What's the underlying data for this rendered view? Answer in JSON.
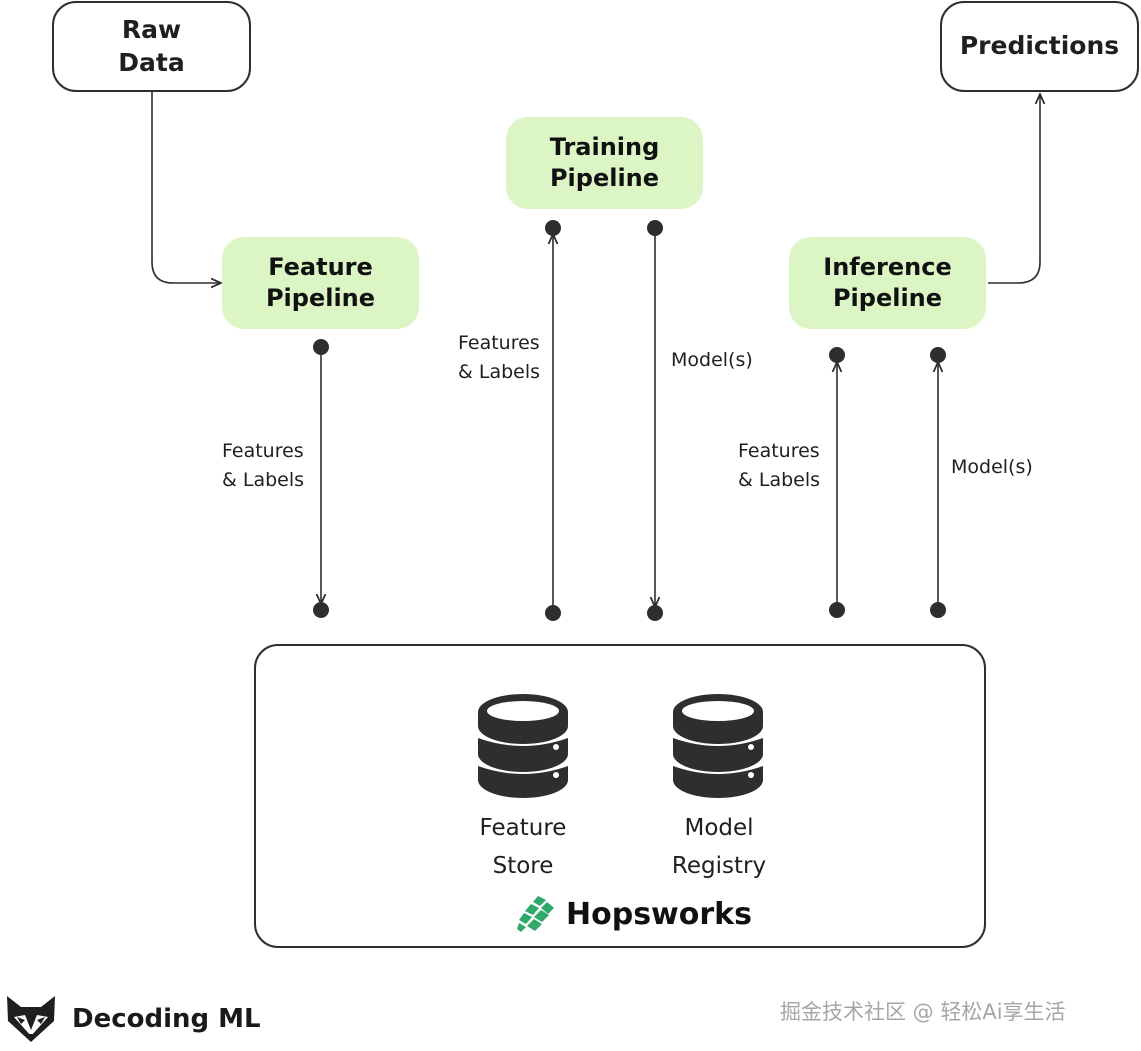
{
  "nodes": {
    "raw_data": [
      "Raw",
      "Data"
    ],
    "predictions": [
      "Predictions"
    ],
    "training_pipeline": [
      "Training",
      "Pipeline"
    ],
    "feature_pipeline": [
      "Feature",
      "Pipeline"
    ],
    "inference_pipeline": [
      "Inference",
      "Pipeline"
    ]
  },
  "edge_labels": {
    "feature_to_store": [
      "Features",
      "& Labels"
    ],
    "store_to_training": [
      "Features",
      "& Labels"
    ],
    "training_to_registry": [
      "Model(s)"
    ],
    "store_to_inference": [
      "Features",
      "& Labels"
    ],
    "registry_to_inference": [
      "Model(s)"
    ]
  },
  "platform": {
    "feature_store": [
      "Feature",
      "Store"
    ],
    "model_registry": [
      "Model",
      "Registry"
    ],
    "brand_name": "Hopsworks"
  },
  "logo": {
    "name": "Decoding ML",
    "icon": "fox-icon"
  },
  "watermark": "掘金技术社区 @ 轻松Ai享生活",
  "colors": {
    "pipeline_fill": "#dcf5c4",
    "line": "#2e2e2e",
    "hopsworks_green": "#2fa86a"
  }
}
